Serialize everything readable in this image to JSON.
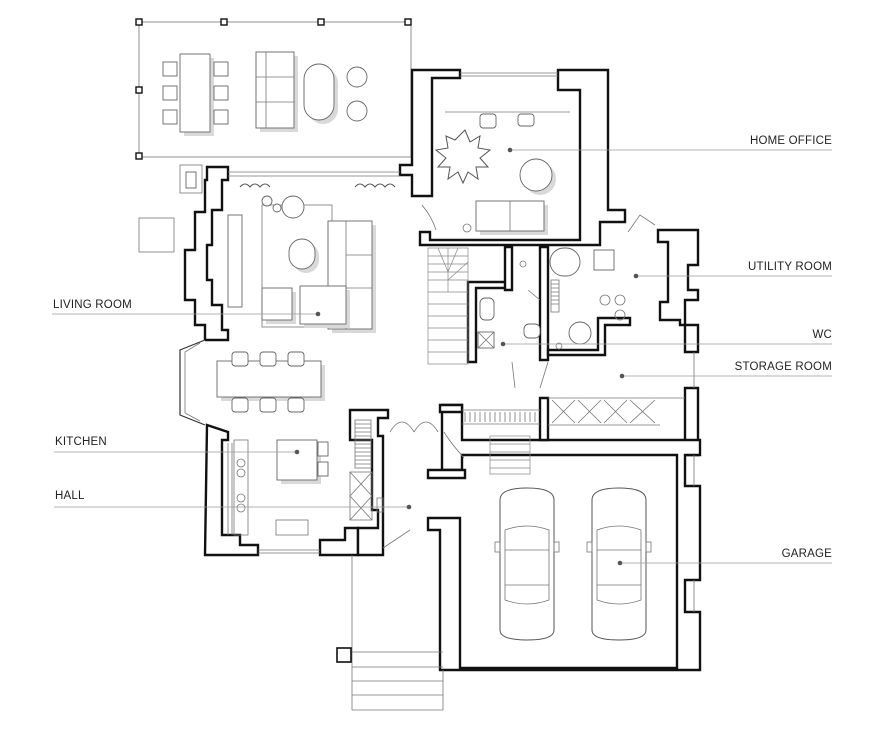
{
  "rooms": [
    {
      "id": "home-office",
      "label": "HOME OFFICE"
    },
    {
      "id": "utility-room",
      "label": "UTILITY ROOM"
    },
    {
      "id": "living-room",
      "label": "LIVING ROOM"
    },
    {
      "id": "wc",
      "label": "WC"
    },
    {
      "id": "storage-room",
      "label": "STORAGE ROOM"
    },
    {
      "id": "kitchen",
      "label": "KITCHEN"
    },
    {
      "id": "hall",
      "label": "HALL"
    },
    {
      "id": "garage",
      "label": "GARAGE"
    }
  ],
  "colors": {
    "wall": "#111111",
    "line": "#777777",
    "shadow": "#d9d9d9",
    "label": "#222222",
    "leader": "#9a9a9a"
  }
}
